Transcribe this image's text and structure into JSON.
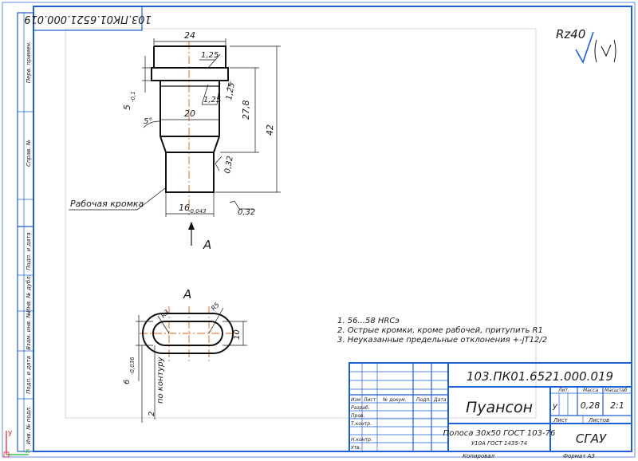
{
  "stamp_top_rotated": "103.ПК01.6521.000.019",
  "side_labels": [
    "Перв. примен.",
    "Справ. №",
    "Подп. и дата",
    "Инв. № дубл.",
    "Взам. инв. №",
    "Подп. и дата",
    "Инв. № подл."
  ],
  "roughness": {
    "value": "Rz40"
  },
  "dimensions": {
    "d24": "24",
    "r125_top": "1,25",
    "r125_mid": "1,25",
    "r125_side": "1,25",
    "d5": "5",
    "d5_tol": "-0,1",
    "angle": "5°",
    "d20": "20",
    "d278": "27,8",
    "d42": "42",
    "r032_a": "0,32",
    "r032_b": "0,32",
    "d16": "16",
    "d16_tol": "-0,043"
  },
  "edge_label": "Рабочая кромка",
  "view_arrow_label": "А",
  "section_label": "А",
  "section_dims": {
    "r3": "R3",
    "r5": "R5",
    "d10": "10",
    "d6": "6",
    "d6_tol": "-0,036",
    "contour": "по контуру",
    "two": "2"
  },
  "notes": [
    "1. 56...58 HRCэ",
    "2. Острые кромки, кроме рабочей, притупить R1",
    "3. Неуказанные предельные отклонения +-jT12/2"
  ],
  "title_block": {
    "doc_code": "103.ПК01.6521.000.019",
    "part_name": "Пуансон",
    "material_line1": "Полоса 30х50 ГОСТ 103-76",
    "material_line2": "У10А ГОСТ 1435-74",
    "org": "СГАУ",
    "mass": "0,28",
    "scale": "2:1",
    "lit_letter": "у",
    "head_lit": "Лит.",
    "head_mass": "Масса",
    "head_scale": "Масштаб",
    "head_sheet": "Лист",
    "head_sheets": "Листов",
    "col_heads": [
      "Изм",
      "Лист",
      "№ докум.",
      "Подп.",
      "Дата"
    ],
    "role_rows": [
      "Разраб.",
      "Пров.",
      "Т.контр.",
      "",
      "Н.контр.",
      "Утв."
    ],
    "copied": "Копировал",
    "format": "Формат   А3"
  },
  "axis_labels": {
    "y": "y",
    "x": "x"
  }
}
